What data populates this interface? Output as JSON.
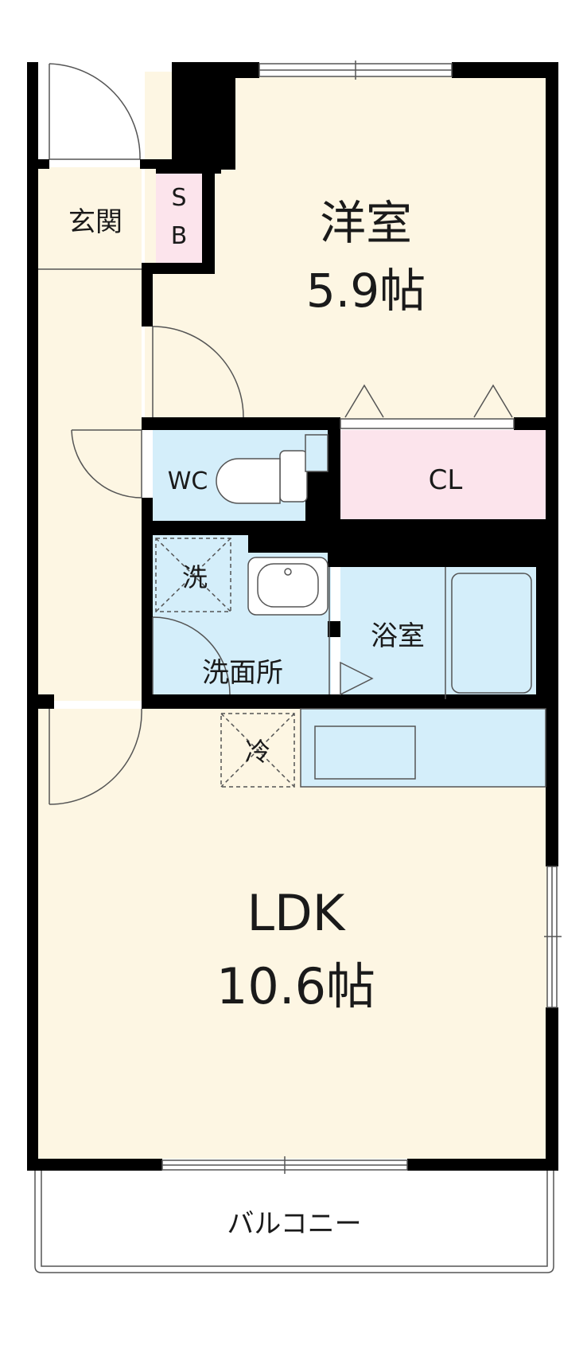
{
  "rooms": {
    "western": {
      "name": "洋室",
      "size": "5.9帖"
    },
    "ldk": {
      "name": "LDK",
      "size": "10.6帖"
    },
    "entrance": {
      "name": "玄関"
    },
    "shoe_box": {
      "line1": "S",
      "line2": "B"
    },
    "toilet": {
      "name": "WC"
    },
    "closet": {
      "name": "CL"
    },
    "bath": {
      "name": "浴室"
    },
    "washroom": {
      "name": "洗面所"
    },
    "balcony": {
      "name": "バルコニー"
    }
  },
  "fixtures": {
    "washer": "洗",
    "fridge": "冷"
  },
  "colors": {
    "living": "#fdf6e3",
    "wet": "#d4eefa",
    "closet": "#fce4ec",
    "wall": "#000000",
    "line": "#555555"
  }
}
